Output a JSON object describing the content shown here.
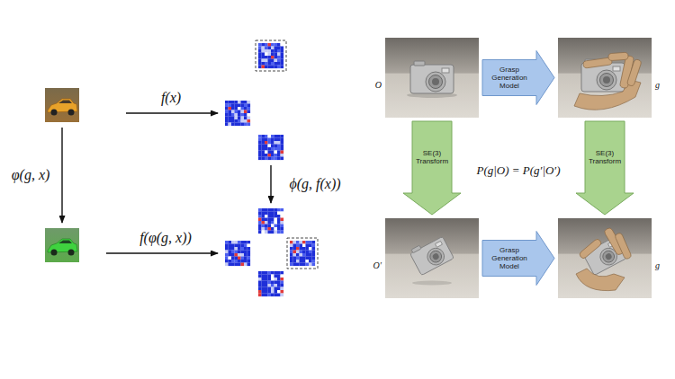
{
  "diagram": {
    "nodes": [
      {
        "text": [
          "O"
        ]
      },
      {
        "text": [
          "g"
        ]
      },
      {
        "text": [
          "O′"
        ]
      },
      {
        "text": [
          "g"
        ]
      }
    ],
    "edges": [
      {
        "from": 0,
        "to": 1,
        "arrow": "to",
        "label": "Grasp Generation Model"
      },
      {
        "from": 0,
        "to": 2,
        "arrow": "to",
        "label": "SE(3) Transform"
      },
      {
        "from": 1,
        "to": 3,
        "arrow": "to",
        "label": "SE(3) Transform"
      },
      {
        "from": 2,
        "to": 3,
        "arrow": "to",
        "label": "Grasp Generation Model"
      }
    ],
    "labels": [
      "f(x)",
      "φ(g, x)",
      "ϕ(g, f(x))",
      "f(φ(g, x))",
      "P(g|O) = P(g′|O′)"
    ]
  }
}
